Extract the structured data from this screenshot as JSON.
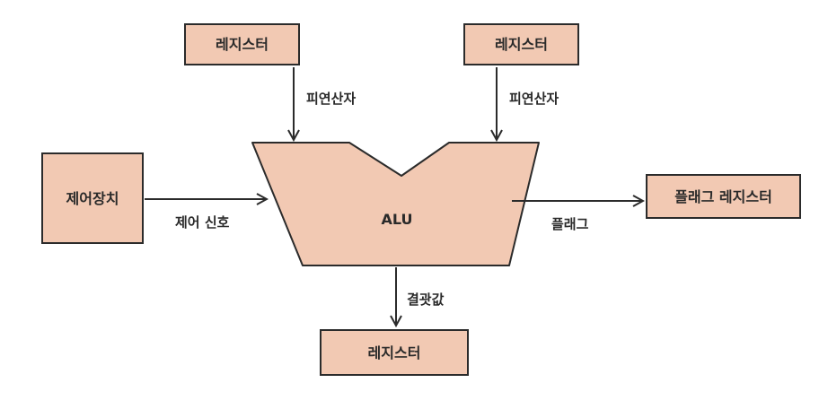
{
  "colors": {
    "box_fill": "#f2c9b3",
    "stroke": "#2b2b2b",
    "background": "#ffffff"
  },
  "boxes": {
    "register_top_left": "레지스터",
    "register_top_right": "레지스터",
    "control_unit": "제어장치",
    "alu": "ALU",
    "flag_register": "플래그 레지스터",
    "register_bottom": "레지스터"
  },
  "labels": {
    "operand_left": "피연산자",
    "operand_right": "피연산자",
    "control_signal": "제어 신호",
    "flag": "플래그",
    "result": "결괏값"
  }
}
